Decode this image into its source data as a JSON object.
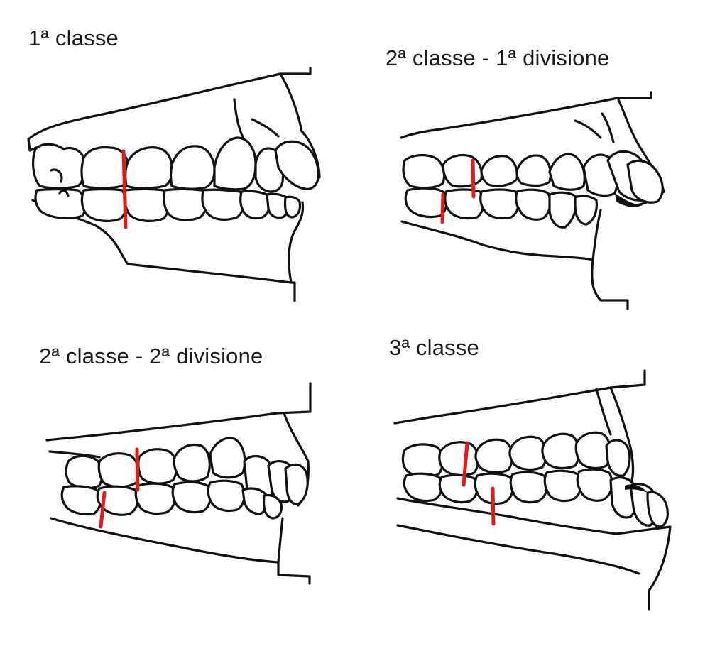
{
  "panels": [
    {
      "id": "p1",
      "title": "1ª classe"
    },
    {
      "id": "p2",
      "title": "2ª classe - 1ª divisione"
    },
    {
      "id": "p3",
      "title": "2ª classe - 2ª divisione"
    },
    {
      "id": "p4",
      "title": "3ª classe"
    }
  ],
  "colors": {
    "line": "#111111",
    "marker": "#e01b1b",
    "background": "#ffffff"
  }
}
